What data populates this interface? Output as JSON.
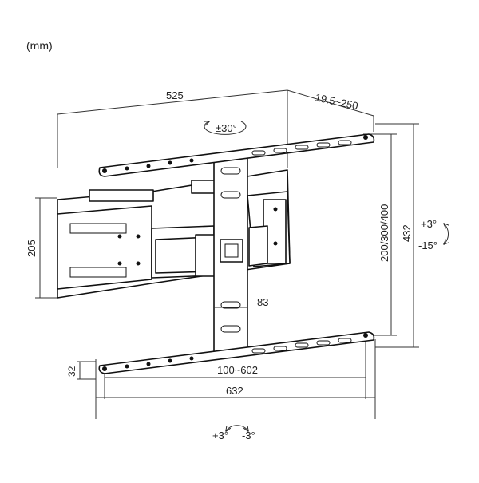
{
  "units_note": "(mm)",
  "dimensions": {
    "top_width": "525",
    "depth_range": "19.5~250",
    "height_range": "200/300/400",
    "overall_height": "432",
    "arm_height": "205",
    "spine_width": "83",
    "rail_height": "32",
    "vesa_range": "100~602",
    "overall_width": "632"
  },
  "rotation": {
    "label": "±30°"
  },
  "tilt": {
    "up": "+3°",
    "down": "-15°"
  },
  "swivel": {
    "left": "+3°",
    "right": "-3°"
  }
}
